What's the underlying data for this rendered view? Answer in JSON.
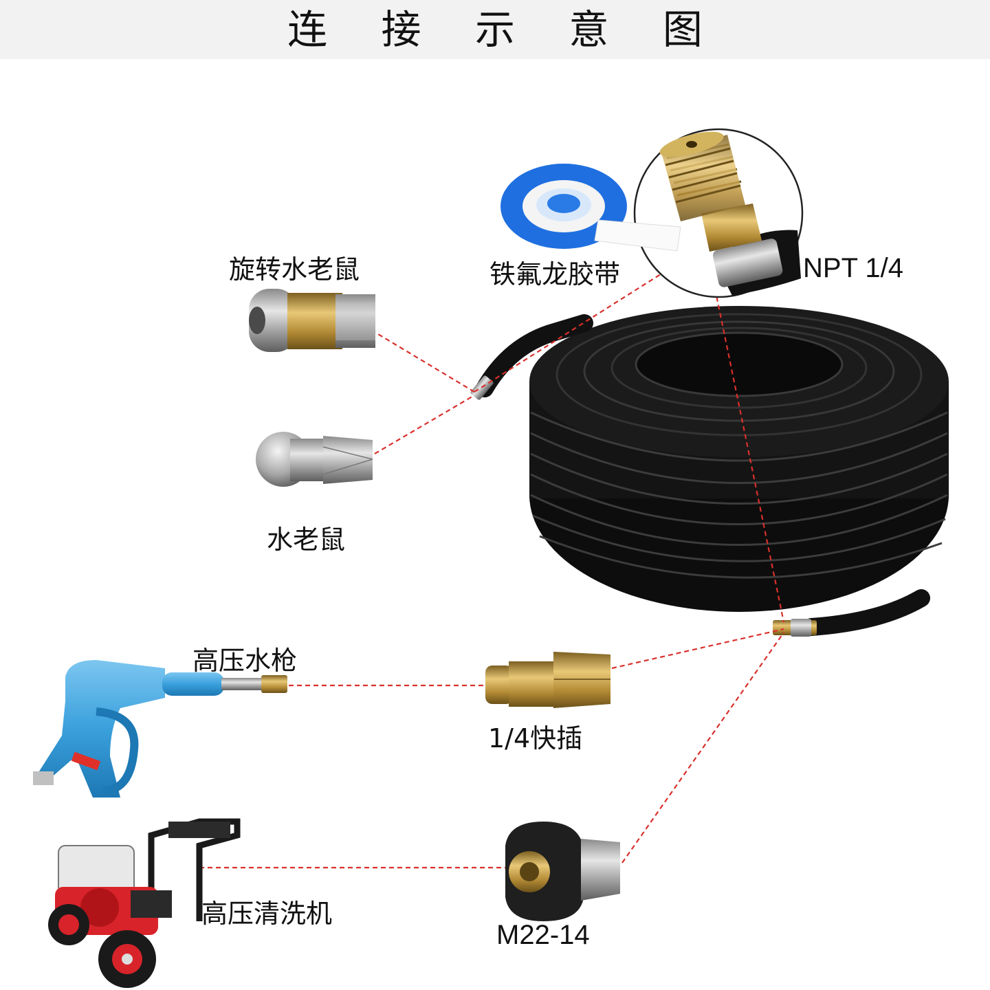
{
  "title": "连 接 示 意 图",
  "labels": {
    "rotary_nozzle": "旋转水老鼠",
    "teflon_tape": "铁氟龙胶带",
    "npt": "NPT 1/4",
    "nozzle": "水老鼠",
    "spray_gun": "高压水枪",
    "quick_connect": "1/4快插",
    "washer": "高压清洗机",
    "m22": "M22-14"
  },
  "colors": {
    "header_bg": "#f2f2f2",
    "dashed_line": "#d9302c",
    "hose": "#1a1a1a",
    "gun_blue": "#3aa0dc",
    "brass": "#c9a24a",
    "washer_red": "#d8232a",
    "tape_blue": "#1f6fe0"
  }
}
